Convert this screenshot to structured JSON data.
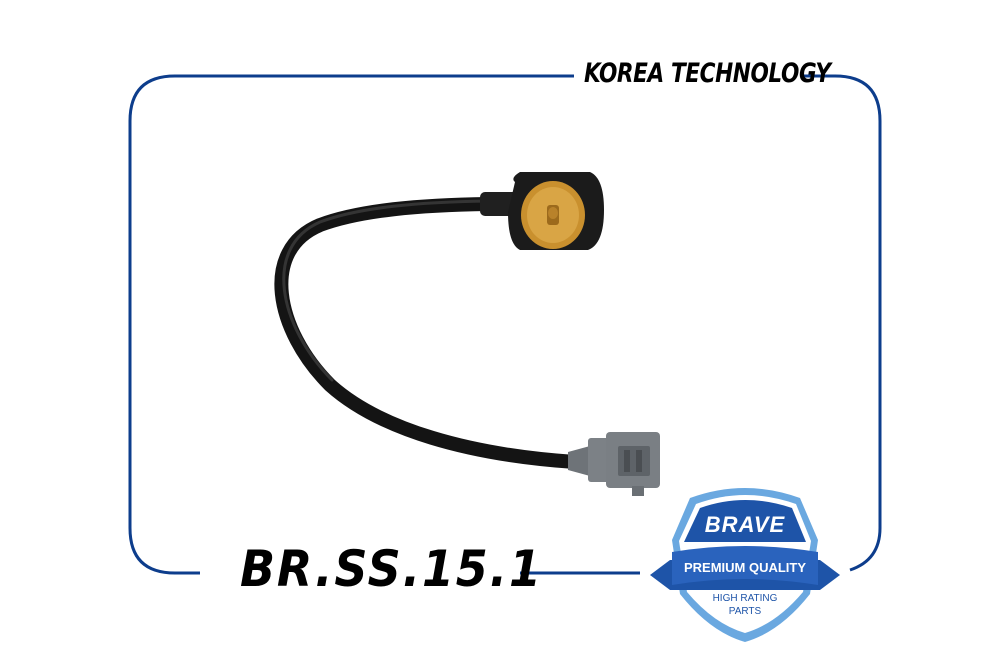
{
  "header": {
    "text": "KOREA TECHNOLOGY"
  },
  "product": {
    "part_number": "BR.SS.15.1"
  },
  "badge": {
    "brand": "BRAVE",
    "ribbon": "PREMIUM QUALITY",
    "line1": "HIGH RATING",
    "line2": "PARTS"
  },
  "colors": {
    "frame": "#0d3d8c",
    "badge_blue": "#1e54a8",
    "badge_light": "#6aa8e0",
    "cable": "#1a1a1a",
    "connector": "#7a7f84",
    "brass": "#c9902e"
  }
}
